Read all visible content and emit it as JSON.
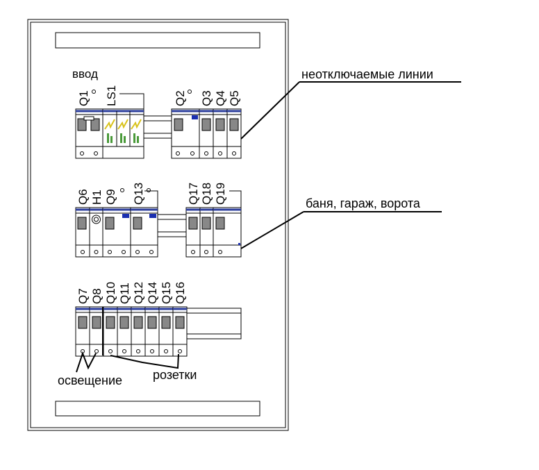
{
  "labels": {
    "input": "ввод",
    "non_switchable": "неотключаемые линии",
    "bath_garage_gate": "баня, гараж, ворота",
    "lighting": "освещение",
    "sockets": "розетки"
  },
  "rows": [
    {
      "name": "row-1",
      "devices": [
        {
          "id": "Q1",
          "type": "breaker-2p"
        },
        {
          "id": "LS1",
          "type": "surge-arrester-3"
        },
        {
          "id": "Q2",
          "type": "rcd"
        },
        {
          "id": "Q3",
          "type": "breaker"
        },
        {
          "id": "Q4",
          "type": "breaker"
        },
        {
          "id": "Q5",
          "type": "breaker"
        }
      ]
    },
    {
      "name": "row-2",
      "devices": [
        {
          "id": "Q6",
          "type": "breaker"
        },
        {
          "id": "H1",
          "type": "indicator-lamp"
        },
        {
          "id": "Q9",
          "type": "rcd"
        },
        {
          "id": "Q13",
          "type": "rcd"
        },
        {
          "id": "Q17",
          "type": "breaker"
        },
        {
          "id": "Q18",
          "type": "breaker"
        },
        {
          "id": "Q19",
          "type": "breaker"
        }
      ]
    },
    {
      "name": "row-3",
      "devices": [
        {
          "id": "Q7",
          "type": "breaker"
        },
        {
          "id": "Q8",
          "type": "breaker"
        },
        {
          "id": "Q10",
          "type": "breaker"
        },
        {
          "id": "Q11",
          "type": "breaker"
        },
        {
          "id": "Q12",
          "type": "breaker"
        },
        {
          "id": "Q14",
          "type": "breaker"
        },
        {
          "id": "Q15",
          "type": "breaker"
        },
        {
          "id": "Q16",
          "type": "breaker"
        }
      ]
    }
  ],
  "colors": {
    "line": "#000000",
    "accent": "#2a3c9c",
    "rcd_button": "#1a2fb0",
    "arrester_zigzag": "#d8c21a",
    "arrester_bars": "#4a9a3a"
  }
}
